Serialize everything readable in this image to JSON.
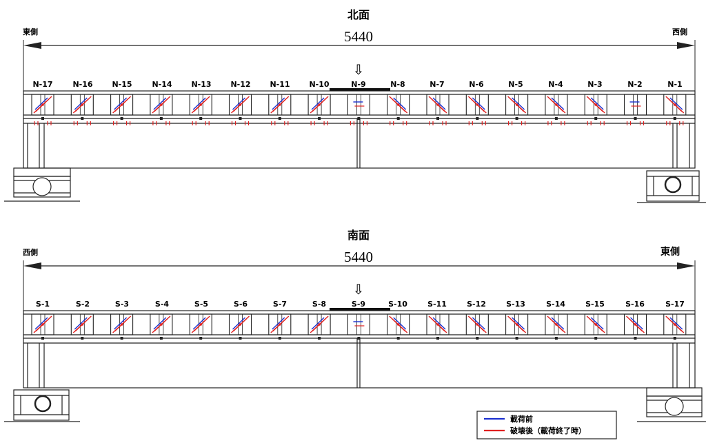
{
  "north": {
    "title": "北面",
    "left_label": "東側",
    "right_label": "西側",
    "dimension": "5440",
    "specimens": [
      "N-17",
      "N-16",
      "N-15",
      "N-14",
      "N-13",
      "N-12",
      "N-11",
      "N-10",
      "N-9",
      "N-8",
      "N-7",
      "N-6",
      "N-5",
      "N-4",
      "N-3",
      "N-2",
      "N-1"
    ]
  },
  "south": {
    "title": "南面",
    "left_label": "西側",
    "right_label": "東側",
    "dimension": "5440",
    "specimens": [
      "S-1",
      "S-2",
      "S-3",
      "S-4",
      "S-5",
      "S-6",
      "S-7",
      "S-8",
      "S-9",
      "S-10",
      "S-11",
      "S-12",
      "S-13",
      "S-14",
      "S-15",
      "S-16",
      "S-17"
    ]
  },
  "load_arrow": "⇩",
  "legend": {
    "before": "載荷前",
    "after": "破壊後（載荷終了時）"
  },
  "colors": {
    "before": "#1a2fd0",
    "after": "#e02020",
    "line": "#222222"
  }
}
